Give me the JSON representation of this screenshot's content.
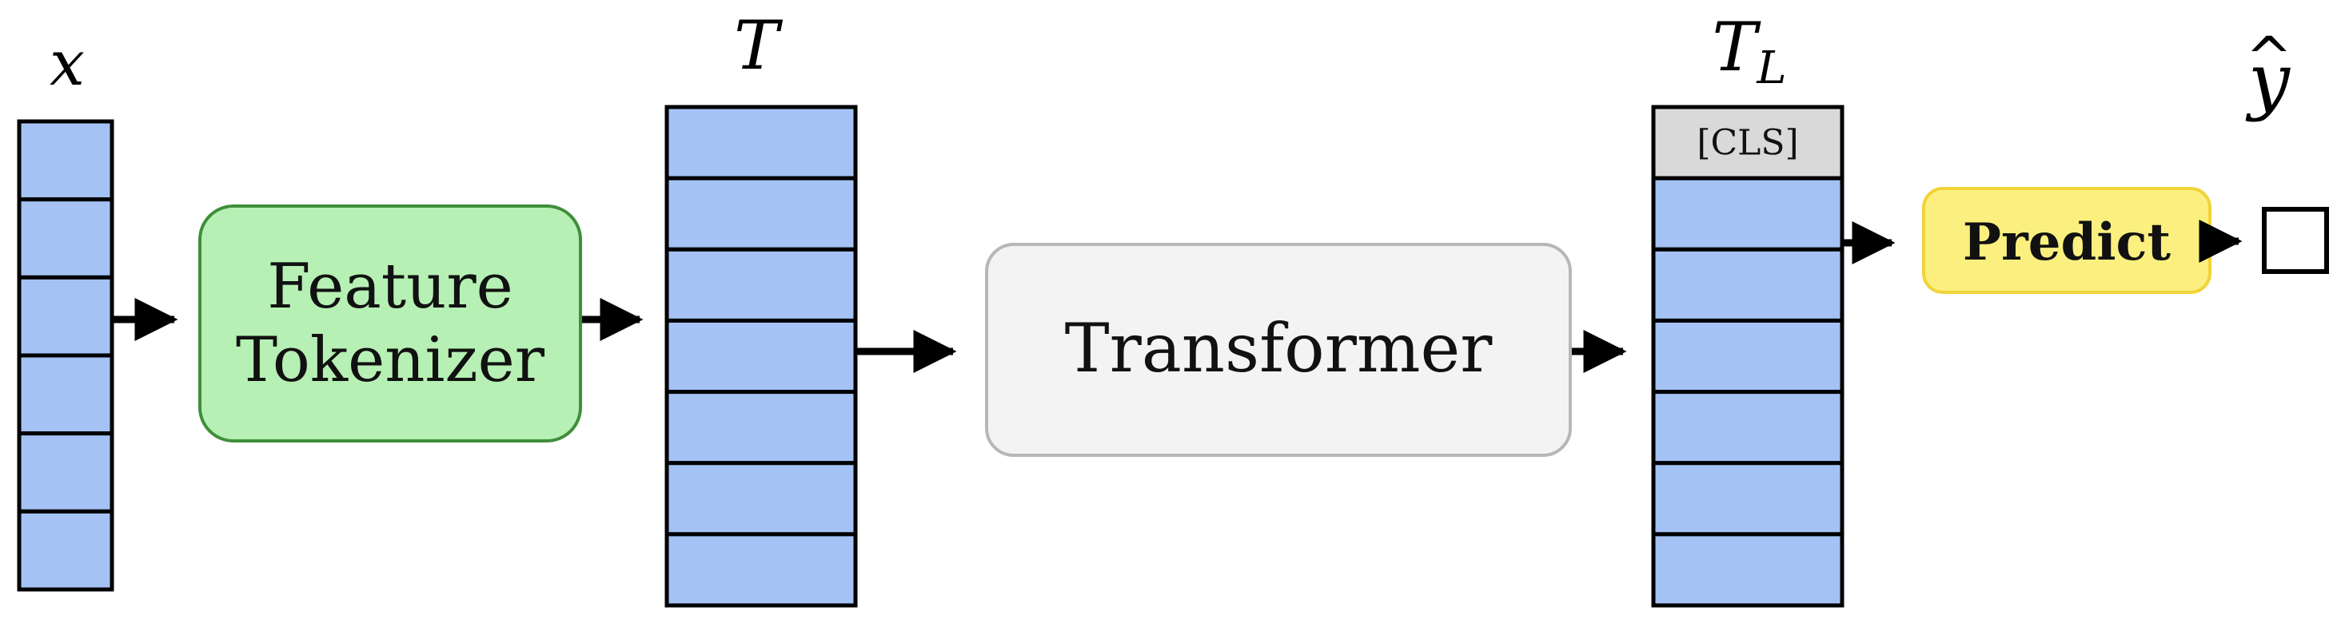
{
  "labels": {
    "x": "x",
    "T": "T",
    "TL_base": "T",
    "TL_sub": "L",
    "y_hat": "y",
    "y_hat_accent": "^"
  },
  "stacks": {
    "x": {
      "cells": 6
    },
    "T": {
      "cells": 7
    },
    "TL": {
      "cells": 7,
      "cls_label": "[CLS]"
    }
  },
  "boxes": {
    "feature_tokenizer": {
      "line1": "Feature",
      "line2": "Tokenizer"
    },
    "transformer": {
      "label": "Transformer"
    },
    "predict": {
      "label": "Predict"
    }
  },
  "colors": {
    "token_cell": "#a4c2f4",
    "cls_cell": "#d9d9d9",
    "feature_tokenizer_fill": "#b6f0b4",
    "feature_tokenizer_stroke": "#3f8f3a",
    "transformer_fill": "#f3f3f3",
    "transformer_stroke": "#b7b7b7",
    "predict_fill": "#fbf07f",
    "predict_stroke": "#f1d33a",
    "line": "#000000"
  }
}
